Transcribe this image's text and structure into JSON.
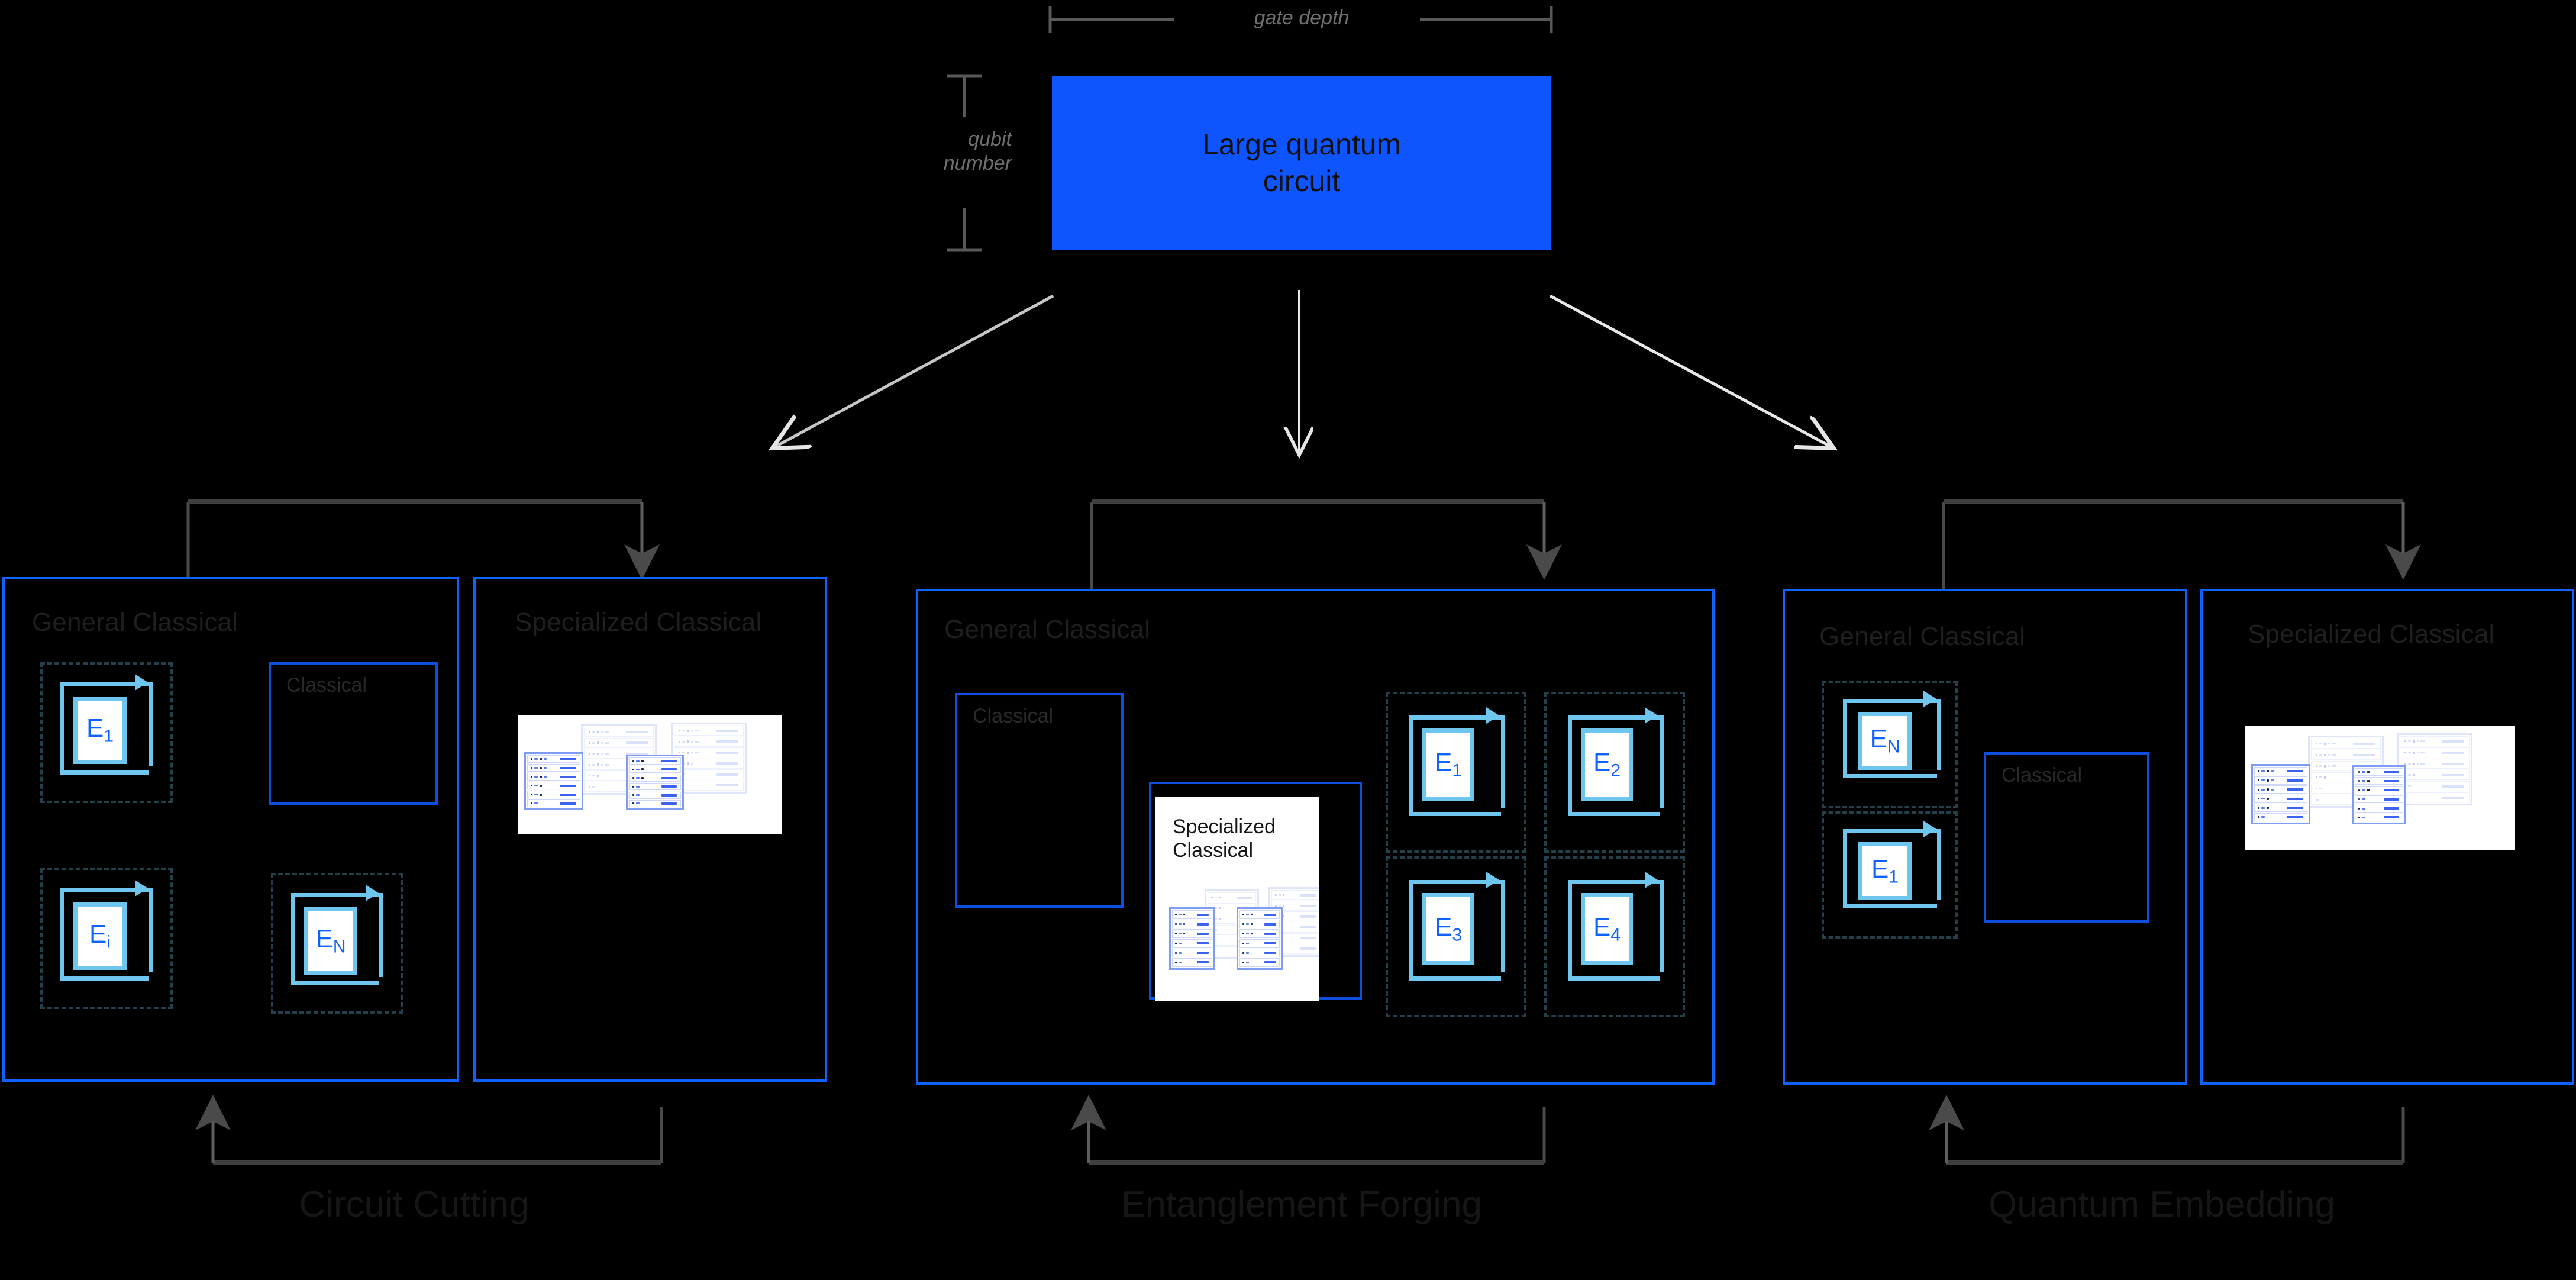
{
  "diagram": {
    "top": {
      "circuit_label": "Large quantum\ncircuit",
      "circuit_color": "#0f55ff",
      "gate_depth_label": "gate depth",
      "qubit_number_label": "qubit\nnumber"
    },
    "accent_colors": {
      "panel_border": "#0f62fe",
      "inner_border": "#0f4fe0",
      "e_loop": "#6ec6ee",
      "e_text": "#0f62fe",
      "dashed": "#24404a",
      "connector": "#525252"
    },
    "panels": [
      {
        "caption": "Circuit Cutting",
        "general": {
          "title": "General Classical",
          "classical_label": "Classical",
          "e_nodes": [
            "E1",
            "Ei",
            "EN"
          ],
          "e_labels": [
            {
              "base": "E",
              "sub": "1"
            },
            {
              "base": "E",
              "sub": "i"
            },
            {
              "base": "E",
              "sub": "N"
            }
          ]
        },
        "specialized": {
          "title": "Specialized Classical"
        }
      },
      {
        "caption": "Entanglement Forging",
        "general": {
          "title": "General Classical",
          "classical_label": "Classical",
          "e_labels": [
            {
              "base": "E",
              "sub": "1"
            },
            {
              "base": "E",
              "sub": "2"
            },
            {
              "base": "E",
              "sub": "3"
            },
            {
              "base": "E",
              "sub": "4"
            }
          ]
        },
        "specialized": {
          "title": "Specialized\nClassical"
        }
      },
      {
        "caption": "Quantum Embedding",
        "general": {
          "title": "General Classical",
          "classical_label": "Classical",
          "e_labels": [
            {
              "base": "E",
              "sub": "N"
            },
            {
              "base": "E",
              "sub": "1"
            }
          ]
        },
        "specialized": {
          "title": "Specialized Classical"
        }
      }
    ]
  }
}
